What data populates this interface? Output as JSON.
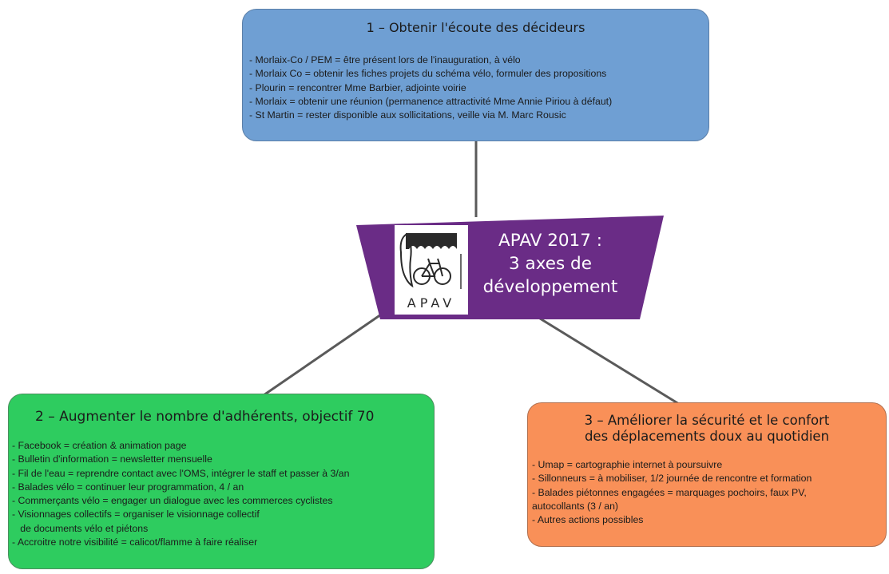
{
  "central": {
    "title_lines": [
      "APAV 2017 :",
      "3 axes de",
      "développement"
    ],
    "logo_text": "APAV",
    "background_color": "#6a2c86",
    "text_color": "#ffffff"
  },
  "axes": [
    {
      "title": "1 – Obtenir l'écoute des décideurs",
      "color": "#6f9fd3",
      "items": [
        "- Morlaix-Co / PEM = être présent lors de l'inauguration, à vélo",
        "- Morlaix Co = obtenir les fiches projets du schéma vélo, formuler des propositions",
        "- Plourin = rencontrer Mme Barbier, adjointe voirie",
        "- Morlaix = obtenir une réunion (permanence attractivité Mme Annie Piriou à défaut)",
        "- St Martin = rester disponible aux sollicitations, veille via M. Marc Rousic"
      ]
    },
    {
      "title": "2 – Augmenter le nombre d'adhérents, objectif 70",
      "color": "#2ecc5f",
      "items": [
        "- Facebook = création & animation page",
        "- Bulletin d'information = newsletter mensuelle",
        "- Fil de l'eau = reprendre contact avec l'OMS, intégrer le staff et passer à 3/an",
        "- Balades vélo = continuer leur programmation, 4 / an",
        "- Commerçants vélo = engager un dialogue avec les commerces cyclistes",
        " - Visionnages collectifs = organiser le visionnage collectif",
        "   de documents vélo et piétons",
        "- Accroitre notre visibilité = calicot/flamme à faire réaliser"
      ]
    },
    {
      "title_lines": [
        "3 – Améliorer la sécurité et le confort",
        "des déplacements doux au quotidien"
      ],
      "color": "#f99058",
      "items": [
        "- Umap = cartographie internet à poursuivre",
        "- Sillonneurs = à mobiliser, 1/2 journée de rencontre et formation",
        "- Balades piétonnes engagées = marquages pochoirs, faux PV,",
        "autocollants (3 / an)",
        "- Autres actions possibles"
      ]
    }
  ],
  "connector_color": "#5a5a5a"
}
